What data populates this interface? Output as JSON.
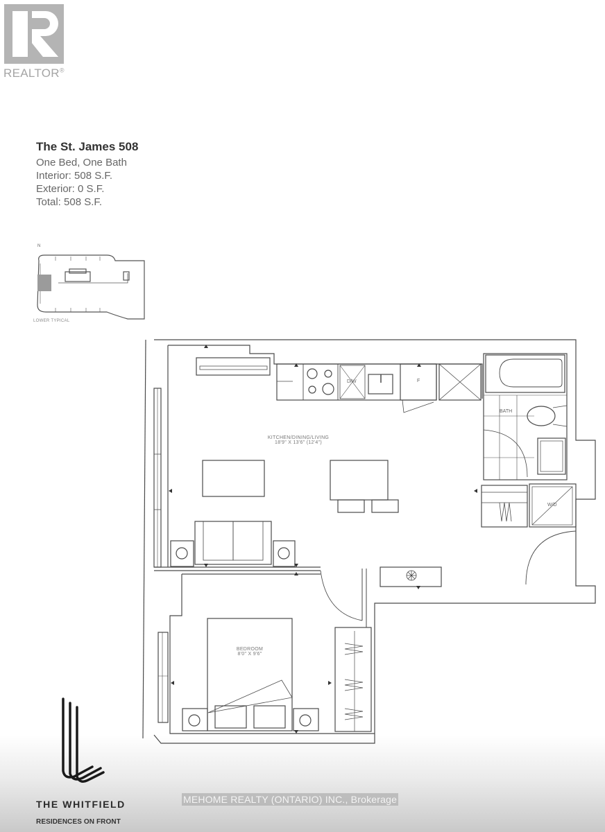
{
  "realtor_logo": {
    "text": "REALTOR",
    "registered_mark": "®",
    "color": "#b4b4b4"
  },
  "unit": {
    "title": "The St. James 508",
    "bed_bath": "One Bed, One Bath",
    "interior": "Interior: 508 S.F.",
    "exterior": "Exterior: 0 S.F.",
    "total": "Total: 508 S.F."
  },
  "key_plan": {
    "north_label": "N",
    "level_label": "LOWER TYPICAL"
  },
  "floor_plan": {
    "rooms": [
      {
        "name": "KITCHEN/DINING/LIVING",
        "dimensions": "18'9\" X 13'6\" (12'4\")"
      },
      {
        "name": "BEDROOM",
        "dimensions": "8'0\" X 9'6\""
      },
      {
        "name": "BATH",
        "dimensions": ""
      }
    ],
    "fixtures": {
      "dishwasher": "D/W",
      "fridge": "F",
      "washer_dryer": "W/D"
    },
    "line_color": "#4a4a4a"
  },
  "brand": {
    "name": "THE WHITFIELD",
    "subtitle": "RESIDENCES ON FRONT"
  },
  "brokerage": "MEHOME REALTY (ONTARIO) INC., Brokerage"
}
